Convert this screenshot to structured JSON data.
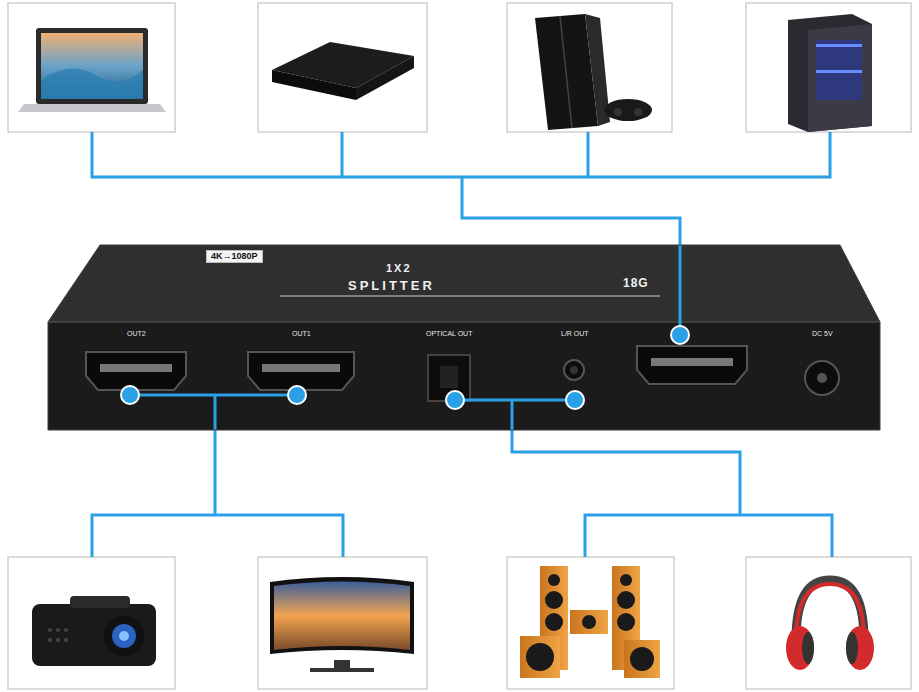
{
  "diagram": {
    "nodes": [
      {
        "text": [
          "18G",
          "SPLITTER",
          "1X2"
        ]
      },
      {
        "text": [
          "4K→1080P"
        ],
        "in": 0
      }
    ],
    "labels": [
      "OUT2",
      "OUT1",
      "OPTICAL OUT",
      "L/R OUT",
      "DC 5V"
    ]
  }
}
